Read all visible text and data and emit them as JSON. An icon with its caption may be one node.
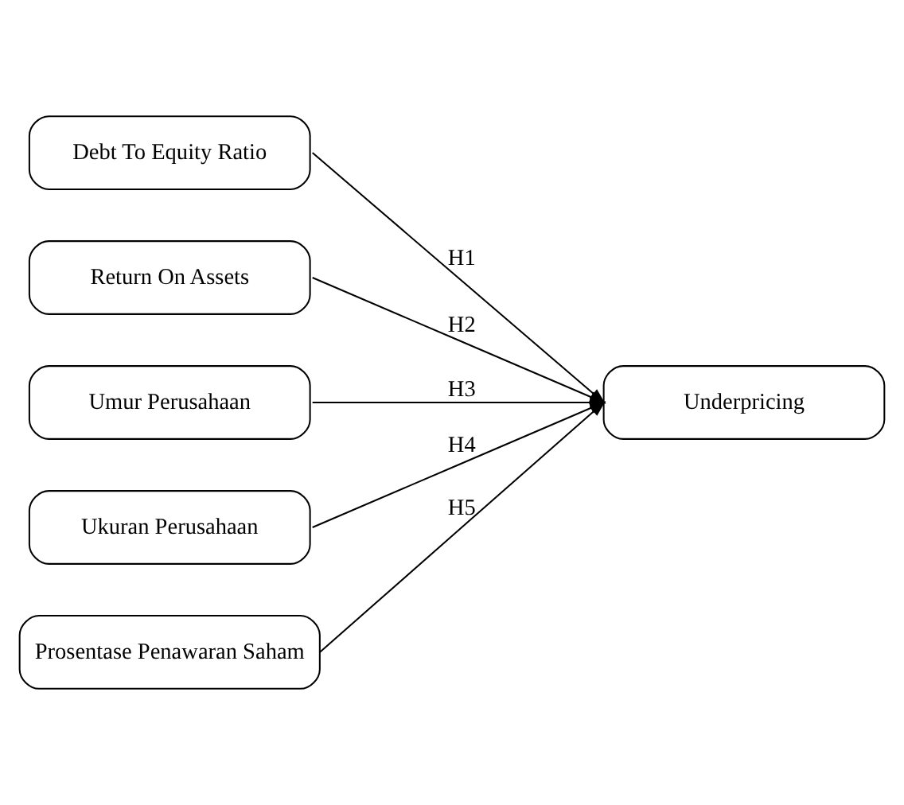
{
  "diagram": {
    "nodes": [
      {
        "text": [
          "Debt To Equity Ratio"
        ]
      },
      {
        "text": [
          "Return On Assets"
        ]
      },
      {
        "text": [
          "Umur Perusahaan"
        ]
      },
      {
        "text": [
          "Ukuran Perusahaan"
        ]
      },
      {
        "text": [
          "Prosentase Penawaran Saham"
        ]
      },
      {
        "text": [
          "Underpricing"
        ]
      }
    ],
    "edges": [
      {
        "from": 0,
        "to": 5,
        "arrow": "to",
        "label": "H1"
      },
      {
        "from": 1,
        "to": 5,
        "arrow": "to",
        "label": "H2"
      },
      {
        "from": 2,
        "to": 5,
        "arrow": "to",
        "label": "H3"
      },
      {
        "from": 3,
        "to": 5,
        "arrow": "to",
        "label": "H4"
      },
      {
        "from": 4,
        "to": 5,
        "arrow": "to",
        "label": "H5"
      }
    ]
  }
}
